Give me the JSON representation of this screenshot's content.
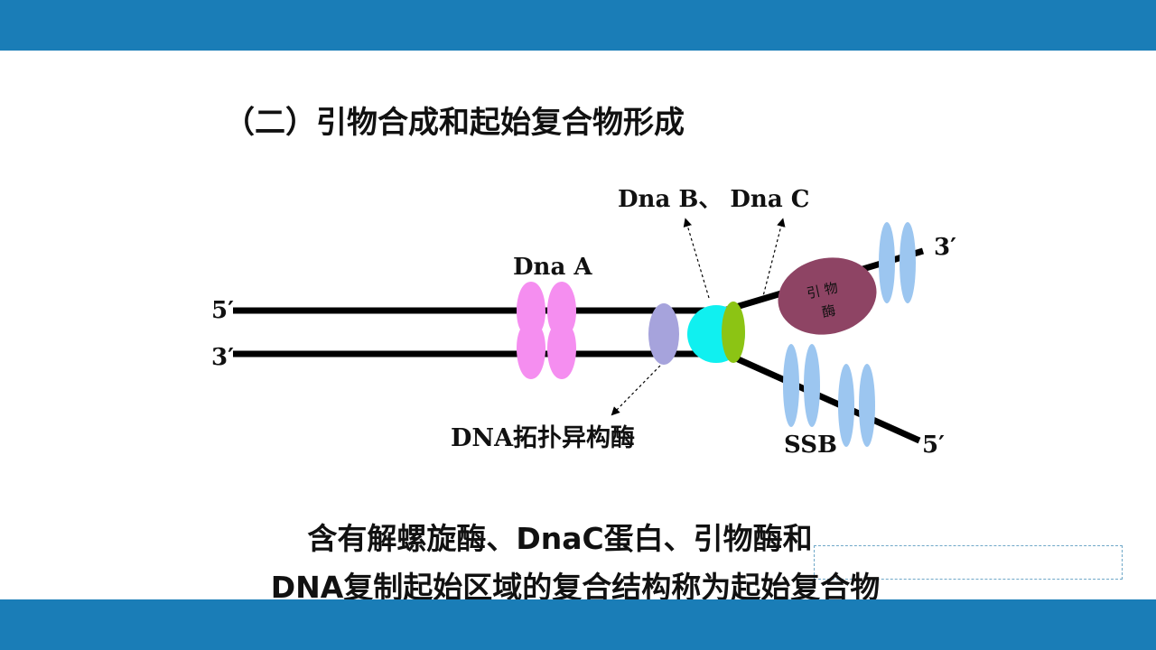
{
  "slide": {
    "title": "（二）引物合成和起始复合物形成",
    "caption": {
      "line1": "含有解螺旋酶、DnaC蛋白、引物酶和",
      "line2": "DNA复制起始区域的复合结构称为起始复合物"
    }
  },
  "diagram": {
    "labels": {
      "strand_top_5": "5′",
      "strand_bottom_3": "3′",
      "dna_a": "Dna A",
      "dna_b_c": "Dna B、 Dna C",
      "topoisomerase": "DNA拓扑异构酶",
      "primase_line1": "引 物",
      "primase_line2": "酶",
      "upper_fork_end": "3′",
      "lower_fork_end": "5′",
      "ssb": "SSB"
    },
    "colors": {
      "header_bar": "#1a7db7",
      "dna_strand": "#000000",
      "dna_a": "#f58ef0",
      "topoisomerase": "#a6a3dc",
      "helicase_dnab": "#10f0f0",
      "dnac": "#8cc414",
      "primase": "#8e4464",
      "ssb": "#9cc6f0"
    }
  }
}
